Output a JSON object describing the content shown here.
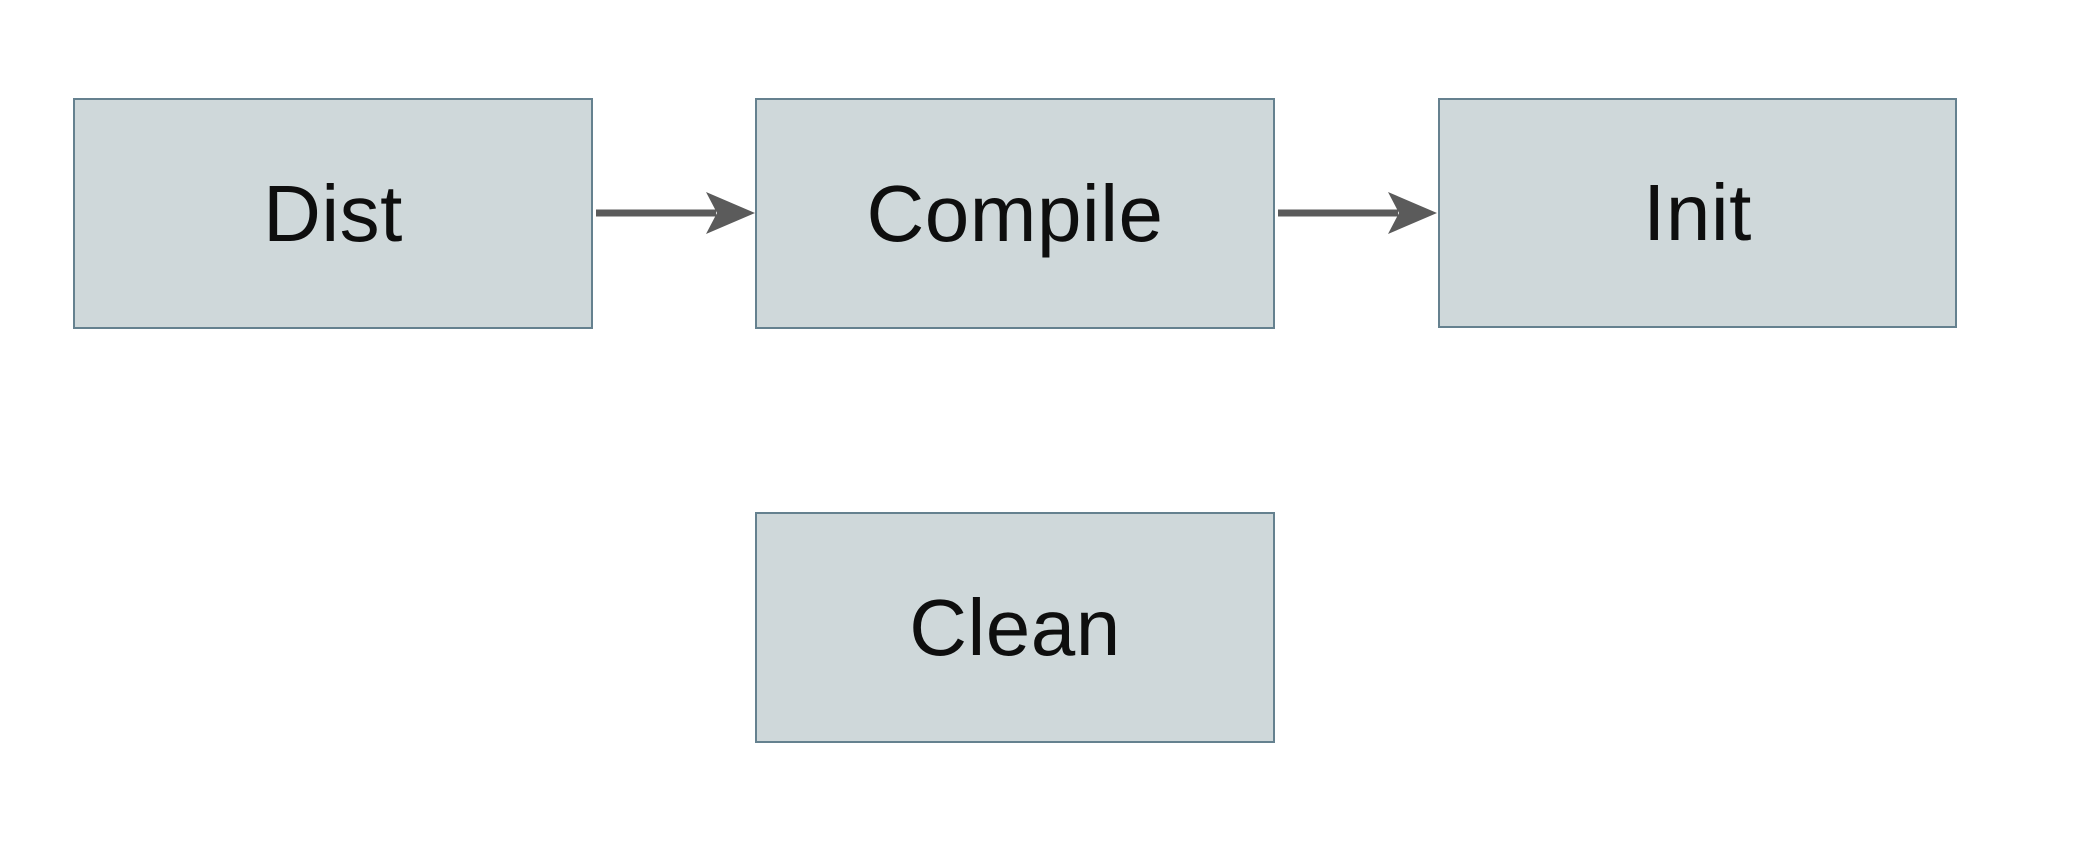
{
  "diagram": {
    "type": "flowchart",
    "background_color": "#ffffff",
    "node_fill_color": "#cfd8da",
    "node_border_color": "#65818f",
    "arrow_color": "#5b5b5b",
    "text_color": "#0e0e0e",
    "nodes": {
      "dist": {
        "label": "Dist"
      },
      "compile": {
        "label": "Compile"
      },
      "init": {
        "label": "Init"
      },
      "clean": {
        "label": "Clean"
      }
    },
    "edges": [
      {
        "from": "Dist",
        "to": "Compile",
        "direction": "right"
      },
      {
        "from": "Compile",
        "to": "Init",
        "direction": "right"
      }
    ]
  }
}
